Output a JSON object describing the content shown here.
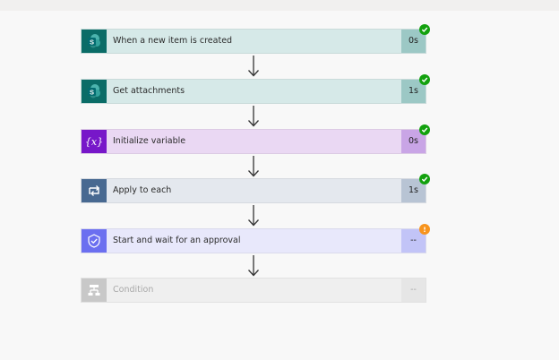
{
  "flow": {
    "steps": [
      {
        "title": "When a new item is created",
        "duration": "0s",
        "icon": "sharepoint-icon",
        "status": "succeeded"
      },
      {
        "title": "Get attachments",
        "duration": "1s",
        "icon": "sharepoint-icon",
        "status": "succeeded"
      },
      {
        "title": "Initialize variable",
        "duration": "0s",
        "icon": "variable-icon",
        "status": "succeeded"
      },
      {
        "title": "Apply to each",
        "duration": "1s",
        "icon": "loop-icon",
        "status": "succeeded"
      },
      {
        "title": "Start and wait for an approval",
        "duration": "--",
        "icon": "approval-icon",
        "status": "running"
      },
      {
        "title": "Condition",
        "duration": "--",
        "icon": "condition-icon",
        "status": "not-run"
      }
    ],
    "icon_glyphs": {
      "sharepoint": "S",
      "variable": "{x}"
    }
  },
  "colors": {
    "success": "#13a10e",
    "running": "#f7941d"
  }
}
